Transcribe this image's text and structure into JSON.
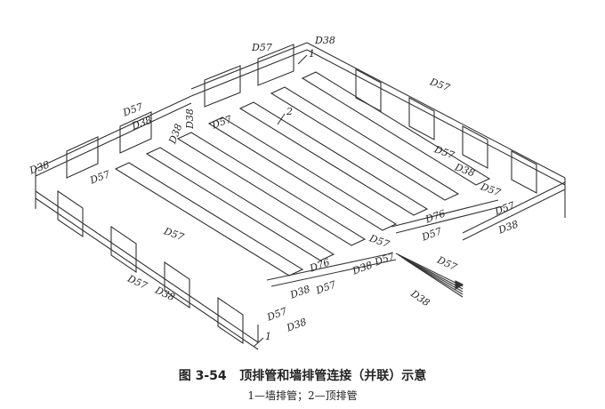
{
  "figure": {
    "number": "图 3-54",
    "title": "顶排管和墙排管连接（并联）示意",
    "legend": "1—墙排管；2—顶排管"
  },
  "labels": [
    "D57",
    "D38",
    "1",
    "D38",
    "D57",
    "D57",
    "D38",
    "D38",
    "D57",
    "2",
    "D38",
    "D57",
    "D57",
    "D38",
    "D57",
    "D76",
    "D57",
    "D57",
    "D38",
    "D57",
    "D57",
    "D76",
    "D38",
    "D57",
    "D57",
    "D38",
    "D57",
    "D57",
    "D38",
    "D38",
    "D57",
    "D38",
    "1"
  ]
}
